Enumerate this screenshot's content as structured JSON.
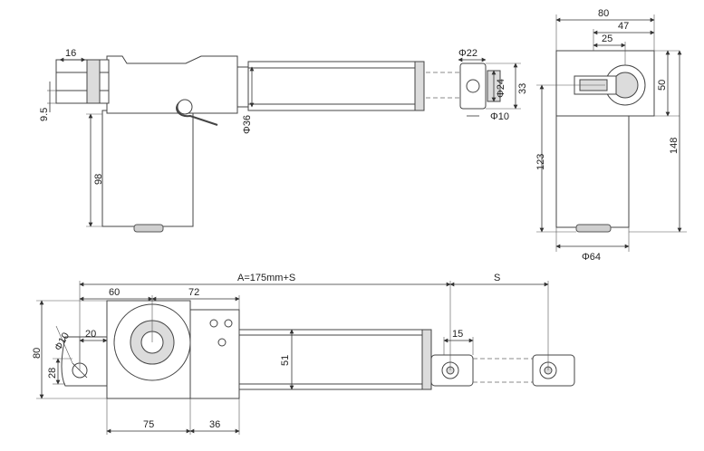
{
  "top_view": {
    "dim_16": "16",
    "dim_9_5": "9.5",
    "dim_98": "98",
    "dim_phi36": "Φ36",
    "dim_phi22": "Φ22",
    "dim_phi24": "Φ24",
    "dim_33": "33",
    "dim_phi10": "Φ10"
  },
  "end_view": {
    "dim_80": "80",
    "dim_47": "47",
    "dim_25": "25",
    "dim_50": "50",
    "dim_123": "123",
    "dim_148": "148",
    "dim_phi64": "Φ64"
  },
  "side_view": {
    "dim_A": "A=175mm+S",
    "dim_S": "S",
    "dim_60": "60",
    "dim_72": "72",
    "dim_phi10": "Φ10",
    "dim_20": "20",
    "dim_80": "80",
    "dim_28": "28",
    "dim_51": "51",
    "dim_15": "15",
    "dim_75": "75",
    "dim_36": "36"
  }
}
